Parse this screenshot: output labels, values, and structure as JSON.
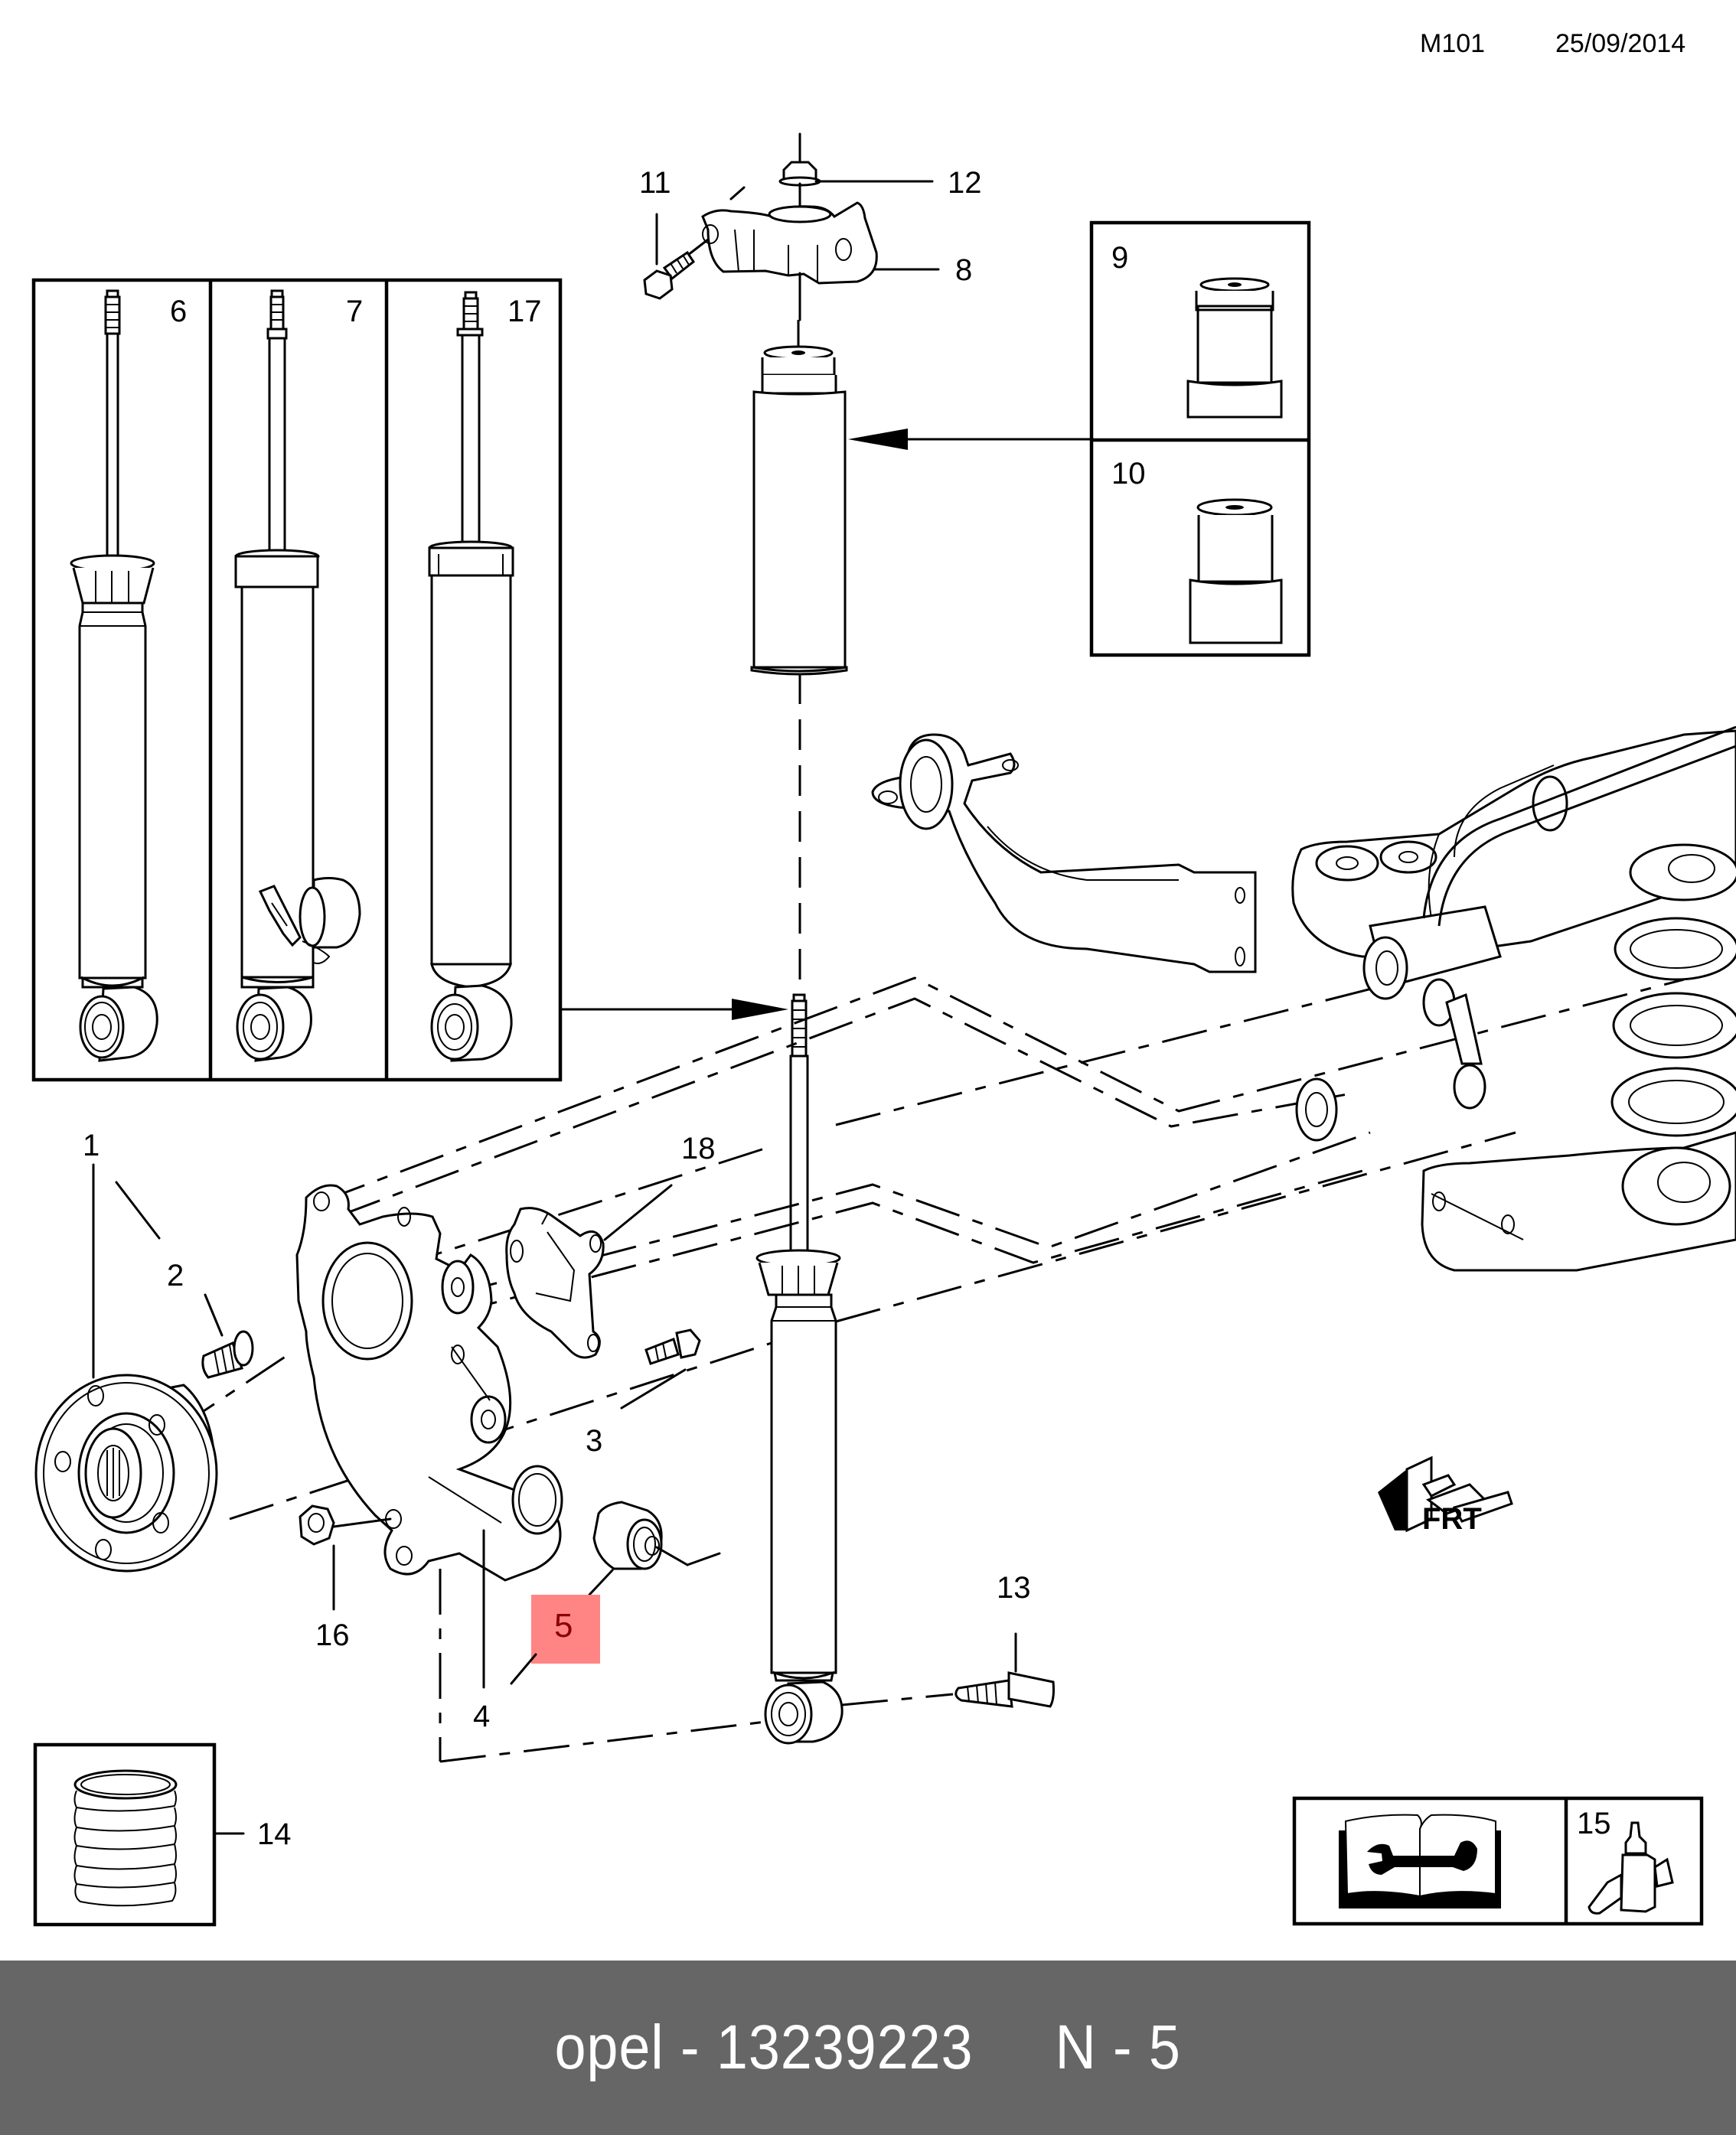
{
  "header": {
    "diagram_code": "M101",
    "date": "25/09/2014"
  },
  "callouts": {
    "c1": "1",
    "c2": "2",
    "c3": "3",
    "c4": "4",
    "c5": "5",
    "c6": "6",
    "c7": "7",
    "c8": "8",
    "c9": "9",
    "c10": "10",
    "c11": "11",
    "c12": "12",
    "c13": "13",
    "c14": "14",
    "c15": "15",
    "c16": "16",
    "c17": "17",
    "c18": "18"
  },
  "highlight": {
    "callout": "5",
    "color": "#ff8585",
    "text_color": "#8b0000"
  },
  "icons": {
    "front_direction": "FRT",
    "manual": "repair-manual-wrench-icon",
    "adhesive": "thread-locker-bottle-icon"
  },
  "footer": {
    "text": "opel - 13239223     N - 5",
    "background": "#666666"
  }
}
